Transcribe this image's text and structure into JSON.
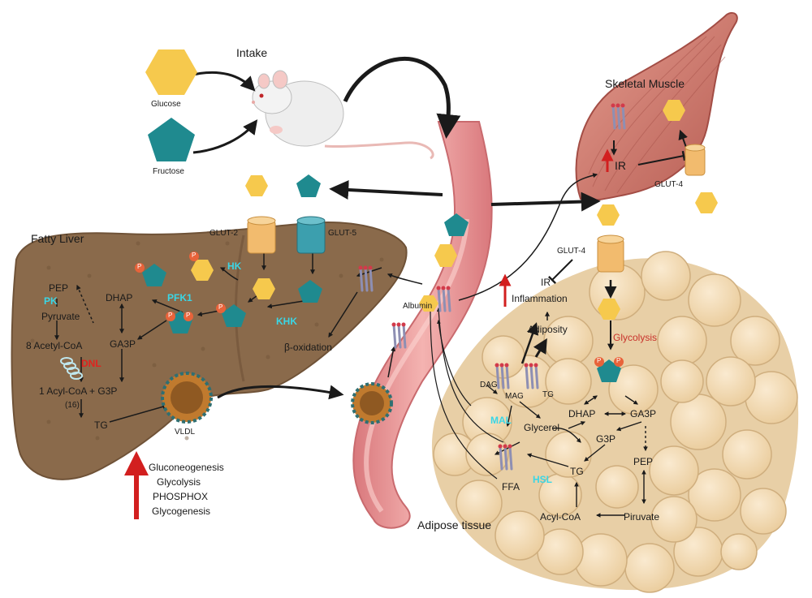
{
  "colors": {
    "glucose": "#f6c94d",
    "fructose": "#1f8a8f",
    "liver": "#8a6a4b",
    "liver_dark": "#6f5237",
    "vessel": "#e79a9a",
    "vessel_dark": "#c96a6e",
    "muscle": "#cf7f73",
    "adipose": "#f3dcb8",
    "adipose_edge": "#d9bb8c",
    "transporter": "#f2bb6e",
    "glut5": "#3c9fae",
    "phosphate": "#e8633a",
    "red_arrow": "#d21f1f",
    "cyan_text": "#3ad6e6"
  },
  "icons": {
    "mouse": "mouse-illustration",
    "glucose": "hexagon",
    "fructose": "pentagon",
    "transporter": "cylinder-channel",
    "vldl": "lipoprotein-particle",
    "fatty_acid": "lipid-chains"
  },
  "labels": {
    "intake": "Intake",
    "glucose": "Glucose",
    "fructose": "Fructose",
    "skeletal_muscle": "Skeletal Muscle",
    "fatty_liver": "Fatty Liver",
    "adipose_tissue": "Adipose tissue",
    "glut2": "GLUT-2",
    "glut5": "GLUT-5",
    "glut4_muscle": "GLUT-4",
    "glut4_adipose": "GLUT-4",
    "ir_muscle": "IR",
    "albumin": "Albumin",
    "vldl": "VLDL"
  },
  "liver_pathway": {
    "hk": "HK",
    "pfk1": "PFK1",
    "khk": "KHK",
    "beta_oxidation": "β-oxidation",
    "pep": "PEP",
    "pk": "PK",
    "pyruvate": "Pyruvate",
    "dhap": "DHAP",
    "ga3p": "GA3P",
    "acetyl_coa": "8 Acetyl-CoA",
    "dnl": "DNL",
    "acyl_coa": "1 Acyl-CoA + G3P",
    "sixteen": "(16)",
    "tg": "TG",
    "phosphate": "P",
    "up_list": [
      "Gluconeogenesis",
      "Glycolysis",
      "PHOSPHOX",
      "Glycogenesis"
    ]
  },
  "adipose_pathway": {
    "ir": "IR",
    "inflammation": "Inflammation",
    "adiposity": "Adiposity",
    "glycolysis": "Glycolysis",
    "dag": "DAG",
    "mag": "MAG",
    "tg": "TG",
    "mal": "MAL",
    "glycerol": "Glycerol",
    "dhap": "DHAP",
    "ga3p": "GA3P",
    "g3p": "G3P",
    "pep": "PEP",
    "ffa": "FFA",
    "hsl": "HSL",
    "tg2": "TG",
    "acyl_coa": "Acyl-CoA",
    "piruvate": "Piruvate"
  }
}
